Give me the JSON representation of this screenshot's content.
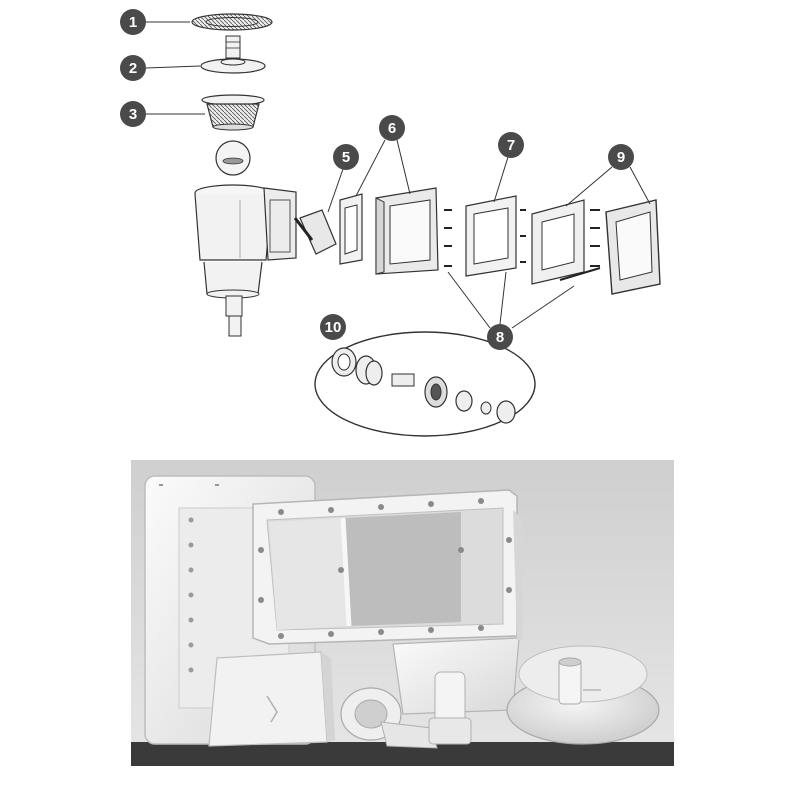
{
  "callouts": [
    {
      "number": "1",
      "part": "lid"
    },
    {
      "number": "2",
      "part": "vacuum plate"
    },
    {
      "number": "3",
      "part": "basket"
    },
    {
      "number": "5",
      "part": "weir flap"
    },
    {
      "number": "6",
      "part": "gaskets"
    },
    {
      "number": "7",
      "part": "face plate"
    },
    {
      "number": "8",
      "part": "screws"
    },
    {
      "number": "9",
      "part": "face plate cover"
    },
    {
      "number": "10",
      "part": "fittings set"
    }
  ],
  "colors": {
    "callout_fill": "#4a4a4a",
    "callout_text": "#ffffff",
    "line": "#333333",
    "part_fill": "#f2f2f2",
    "photo_bg": "#d9d9d9",
    "photo_shelf": "#3a3a3a"
  }
}
